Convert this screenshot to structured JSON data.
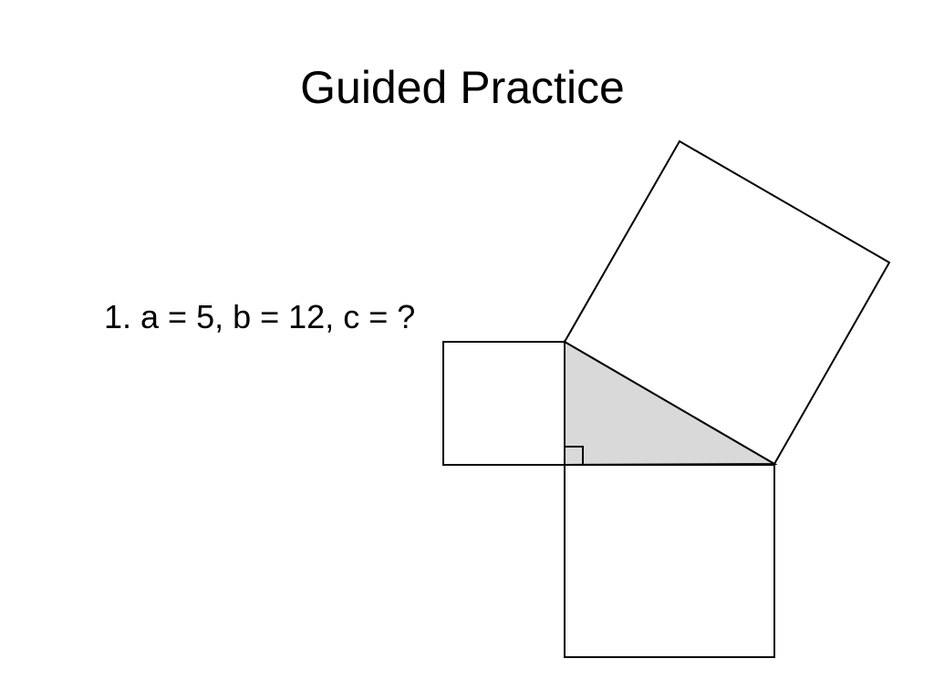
{
  "slide": {
    "title": "Guided Practice",
    "problem": "1. a = 5, b = 12, c = ?"
  },
  "diagram": {
    "type": "pythagorean-squares",
    "triangle_fill": "#d9d9d9",
    "square_fill": "#ffffff",
    "stroke": "#000000"
  }
}
